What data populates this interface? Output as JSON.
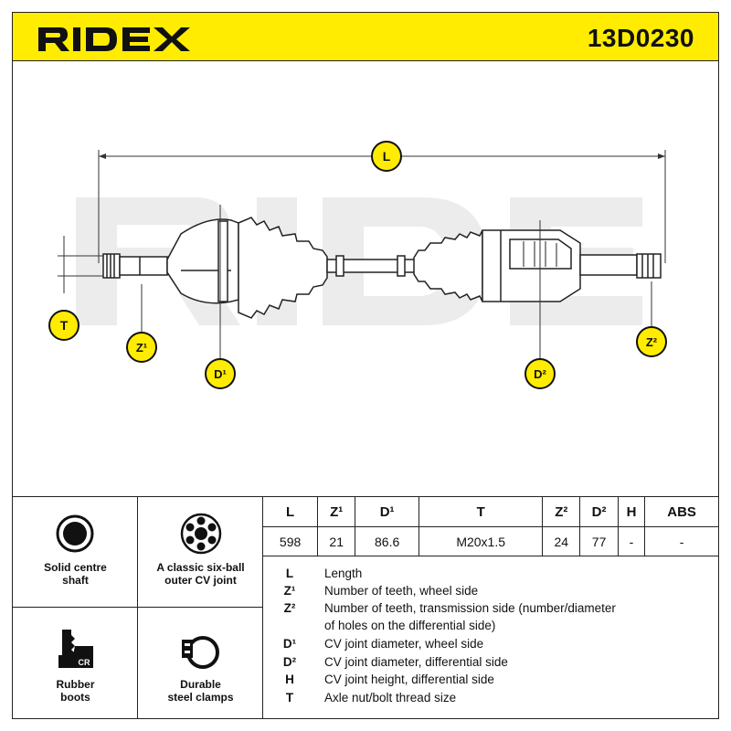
{
  "header": {
    "brand": "RIDEX",
    "part_number": "13D0230",
    "accent_color": "#ffec00"
  },
  "drawing": {
    "watermark": "RIDEX",
    "callouts": {
      "L": "L",
      "T": "T",
      "Z1": "Z¹",
      "D1": "D¹",
      "D2": "D²",
      "Z2": "Z²"
    }
  },
  "features": [
    {
      "icon": "solid-shaft-icon",
      "label_line1": "Solid centre",
      "label_line2": "shaft"
    },
    {
      "icon": "six-ball-joint-icon",
      "label_line1": "A classic six-ball",
      "label_line2": "outer CV joint"
    },
    {
      "icon": "rubber-boot-icon",
      "icon_text": "CR",
      "label_line1": "Rubber",
      "label_line2": "boots"
    },
    {
      "icon": "steel-clamp-icon",
      "label_line1": "Durable",
      "label_line2": "steel clamps"
    }
  ],
  "specs": {
    "headers": [
      "L",
      "Z¹",
      "D¹",
      "T",
      "Z²",
      "D²",
      "H",
      "ABS"
    ],
    "values": [
      "598",
      "21",
      "86.6",
      "M20x1.5",
      "24",
      "77",
      "-",
      "-"
    ]
  },
  "legend": [
    {
      "symbol": "L",
      "desc": "Length"
    },
    {
      "symbol": "Z¹",
      "desc": "Number of teeth, wheel side"
    },
    {
      "symbol": "Z²",
      "desc": "Number of teeth, transmission side (number/diameter"
    },
    {
      "symbol": "",
      "desc": "of holes on the differential side)"
    },
    {
      "symbol": "D¹",
      "desc": "CV joint diameter, wheel side"
    },
    {
      "symbol": "D²",
      "desc": "CV joint diameter, differential side"
    },
    {
      "symbol": "H",
      "desc": "CV joint height, differential side"
    },
    {
      "symbol": "T",
      "desc": "Axle nut/bolt thread size"
    }
  ]
}
